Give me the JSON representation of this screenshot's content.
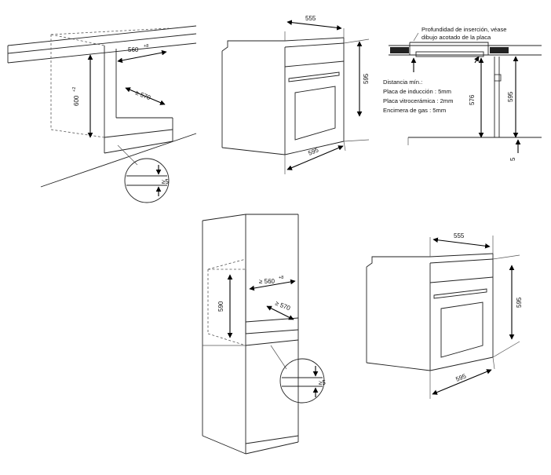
{
  "installation": {
    "undercounter": {
      "width_label": "560",
      "width_tolerance": "+8",
      "height_label": "600",
      "height_tolerance": "+2",
      "depth_label": "≥ 570",
      "gap_label": "≥5"
    },
    "oven_top": {
      "depth_label": "555",
      "height_label": "595",
      "width_label": "595"
    },
    "hob_section": {
      "note_line1": "Profundidad de inserción, véase",
      "note_line2": "dibujo acotado de la placa",
      "min_title": "Distancia mín.:",
      "min_induction": "Placa de inducción : 5mm",
      "min_ceramic": "Placa vitrocerámica : 2mm",
      "min_gas": "Encimera de gas : 5mm",
      "dim_576": "576",
      "dim_595": "595",
      "dim_5": "5"
    },
    "tall_column": {
      "width_label": "≥ 560",
      "width_tolerance": "+8",
      "height_label": "590",
      "depth_label": "≥ 570",
      "gap_label": "≥5"
    },
    "oven_bottom": {
      "depth_label": "555",
      "height_label": "595",
      "width_label": "595"
    }
  }
}
